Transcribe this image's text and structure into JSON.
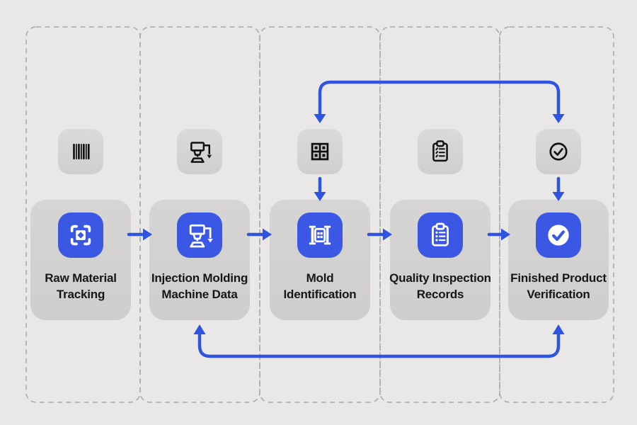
{
  "page": {
    "background_color": "#e9e8e6",
    "accent_blue": "#3a58e4",
    "arrow_blue": "#2f54e0",
    "card_color": "#d2d1cf",
    "chip_color": "#d6d5d3",
    "text_color": "#161616",
    "dash_color": "#a9a8a6"
  },
  "diagram": {
    "stages": [
      {
        "id": "raw-material-tracking",
        "label": "Raw Material\nTracking",
        "top_icon": "barcode-icon",
        "card_icon": "scan-frame-icon"
      },
      {
        "id": "injection-molding-machine-data",
        "label": "Injection Molding\nMachine Data",
        "top_icon": "injection-machine-icon",
        "card_icon": "injection-machine-icon"
      },
      {
        "id": "mold-identification",
        "label": "Mold\nIdentification",
        "top_icon": "mold-grid-icon",
        "card_icon": "mold-press-icon"
      },
      {
        "id": "quality-inspection-records",
        "label": "Quality Inspection\nRecords",
        "top_icon": "checklist-clipboard-icon",
        "card_icon": "clipboard-icon"
      },
      {
        "id": "finished-product-verification",
        "label": "Finished Product\nVerification",
        "top_icon": "check-circle-icon",
        "card_icon": "check-badge-icon"
      }
    ],
    "flow_arrows": [
      {
        "from": "raw-material-tracking",
        "to": "injection-molding-machine-data"
      },
      {
        "from": "injection-molding-machine-data",
        "to": "mold-identification"
      },
      {
        "from": "mold-identification",
        "to": "quality-inspection-records"
      },
      {
        "from": "quality-inspection-records",
        "to": "finished-product-verification"
      }
    ],
    "top_icon_to_card_arrows": [
      "mold-identification",
      "finished-product-verification"
    ],
    "feedback_arrows": [
      {
        "position": "top",
        "between": [
          "mold-identification",
          "finished-product-verification"
        ],
        "arrowheads": "both-ends-down"
      },
      {
        "position": "bottom",
        "between": [
          "injection-molding-machine-data",
          "finished-product-verification"
        ],
        "arrowheads": "both-ends-up"
      }
    ]
  }
}
